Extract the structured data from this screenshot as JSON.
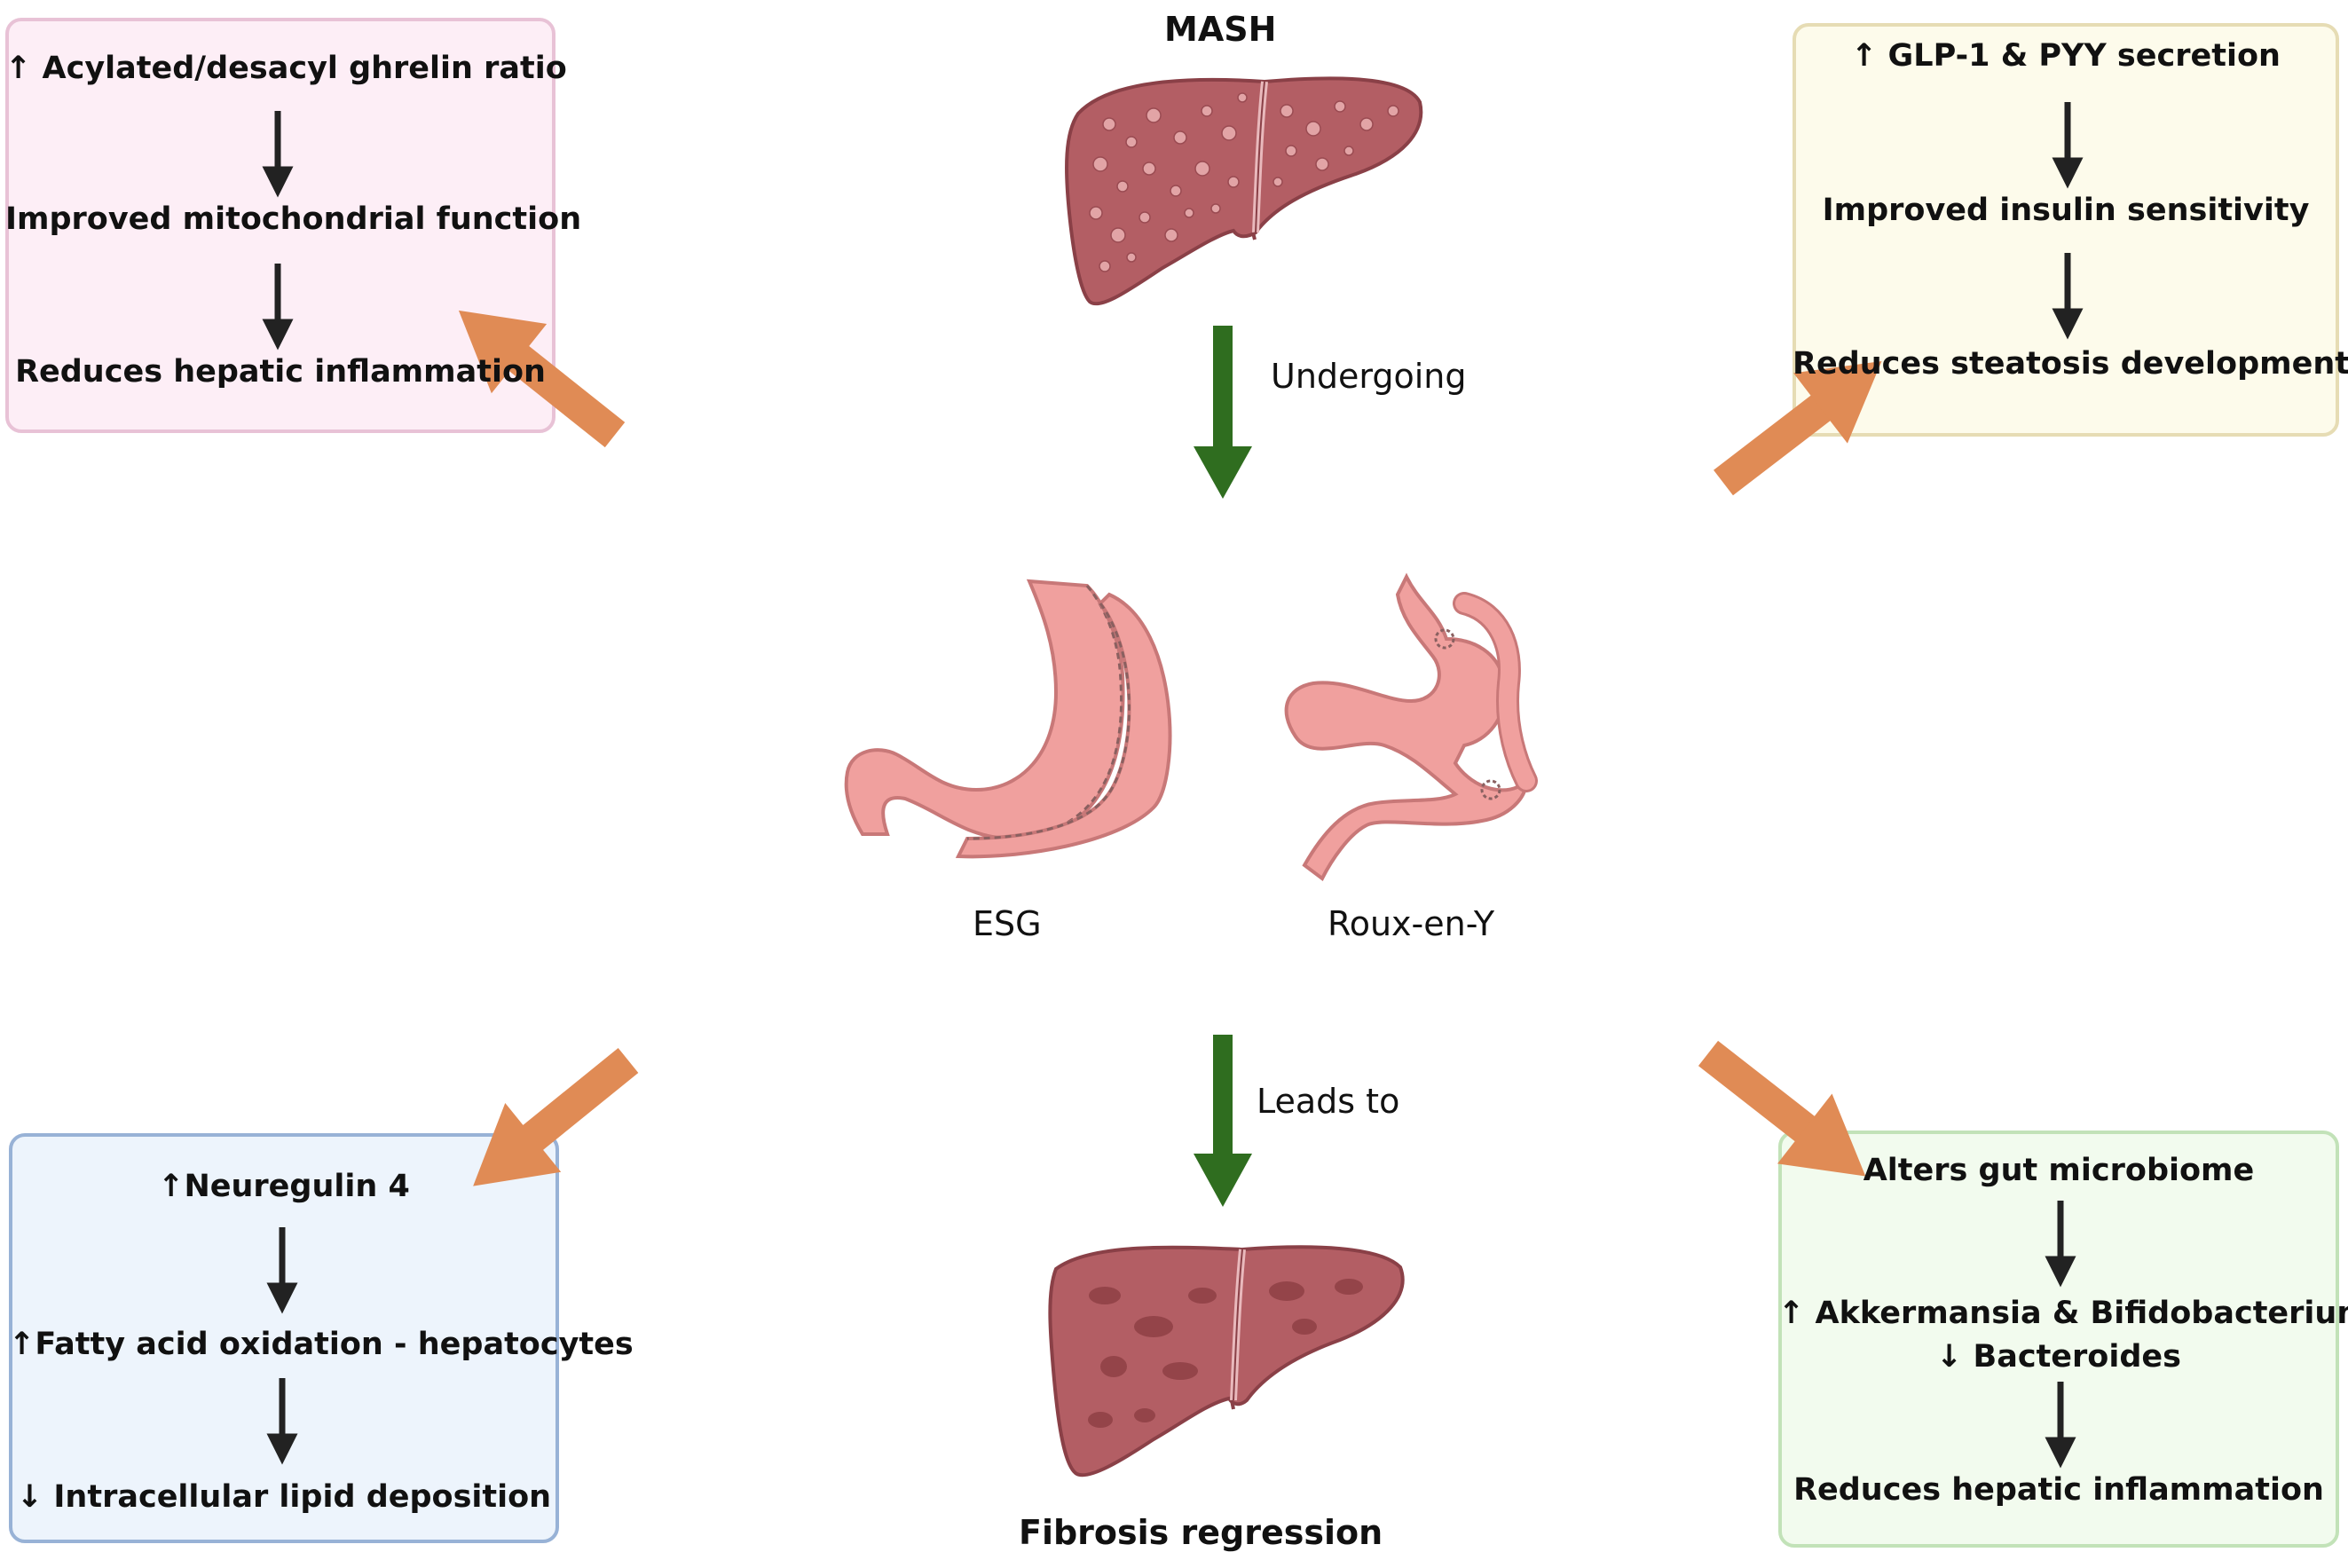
{
  "top_label": "MASH",
  "bottom_label": "Fibrosis regression",
  "arrow_top_label": "Undergoing",
  "arrow_bottom_label": "Leads to",
  "procedures": {
    "left": "ESG",
    "right": "Roux-en-Y"
  },
  "boxes": {
    "top_left": {
      "line1": "↑ Acylated/desacyl ghrelin ratio",
      "line2": "Improved mitochondrial function",
      "line3": "Reduces hepatic inflammation"
    },
    "top_right": {
      "line1": "↑ GLP-1 & PYY secretion",
      "line2": "Improved insulin sensitivity",
      "line3": "Reduces steatosis development"
    },
    "bottom_left": {
      "line1": "↑Neuregulin 4",
      "line2": "↑Fatty acid oxidation - hepatocytes",
      "line3": "↓ Intracellular lipid deposition"
    },
    "bottom_right": {
      "line1": "Alters gut microbiome",
      "line2a": "↑ Akkermansia & Bifidobacterium",
      "line2b": "↓ Bacteroides",
      "line3": "Reduces hepatic inflammation"
    }
  },
  "colors": {
    "pink_box_fill": "#fdeef6",
    "pink_box_border": "#e8c2d6",
    "yellow_box_fill": "#fdfbeb",
    "yellow_box_border": "#e6dcb4",
    "blue_box_fill": "#edf4fc",
    "blue_box_border": "#98b2d6",
    "green_box_fill": "#f2fbee",
    "green_box_border": "#c2e2b8",
    "orange_arrow": "#e08b55",
    "green_arrow": "#2f6d1f",
    "liver": "#b35e64",
    "stomach": "#f0a09e"
  }
}
